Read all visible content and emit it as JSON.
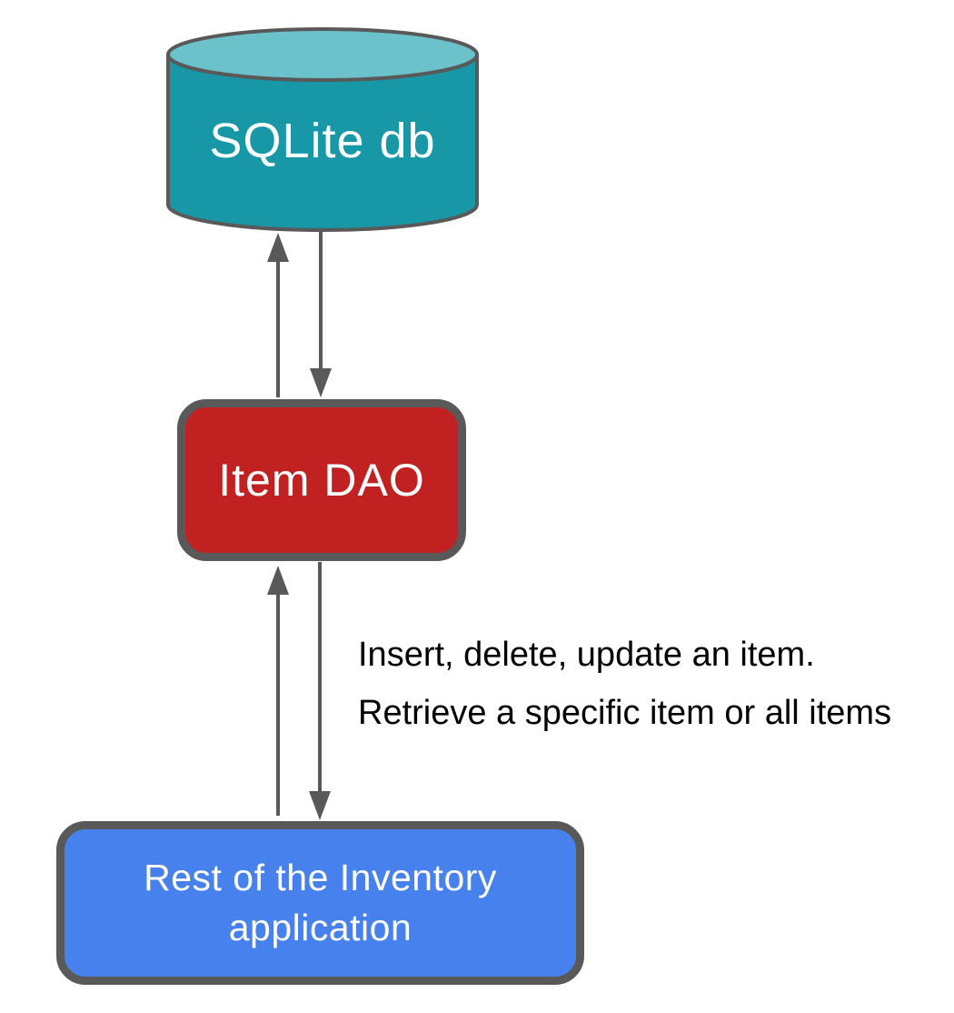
{
  "diagram": {
    "background": "#FFFFFF",
    "stroke_color": "#595959",
    "nodes": {
      "database": {
        "shape": "cylinder",
        "label": "SQLite db",
        "body_fill": "#1898A6",
        "top_fill": "#6CC2CB",
        "text_color": "#FFFFFF"
      },
      "dao": {
        "shape": "rounded-rect",
        "label": "Item DAO",
        "fill": "#C22121",
        "text_color": "#FFFFFF"
      },
      "app": {
        "shape": "rounded-rect",
        "label": "Rest of the Inventory application",
        "lines": [
          "Rest of the Inventory",
          "application"
        ],
        "fill": "#4781ED",
        "text_color": "#FFFFFF"
      }
    },
    "edges": [
      {
        "from": "dao",
        "to": "database",
        "direction": "up"
      },
      {
        "from": "database",
        "to": "dao",
        "direction": "down"
      },
      {
        "from": "app",
        "to": "dao",
        "direction": "up"
      },
      {
        "from": "dao",
        "to": "app",
        "direction": "down"
      }
    ],
    "annotation": {
      "color": "#000000",
      "lines": [
        "Insert, delete, update an item.",
        "Retrieve a specific item or all items"
      ]
    }
  }
}
